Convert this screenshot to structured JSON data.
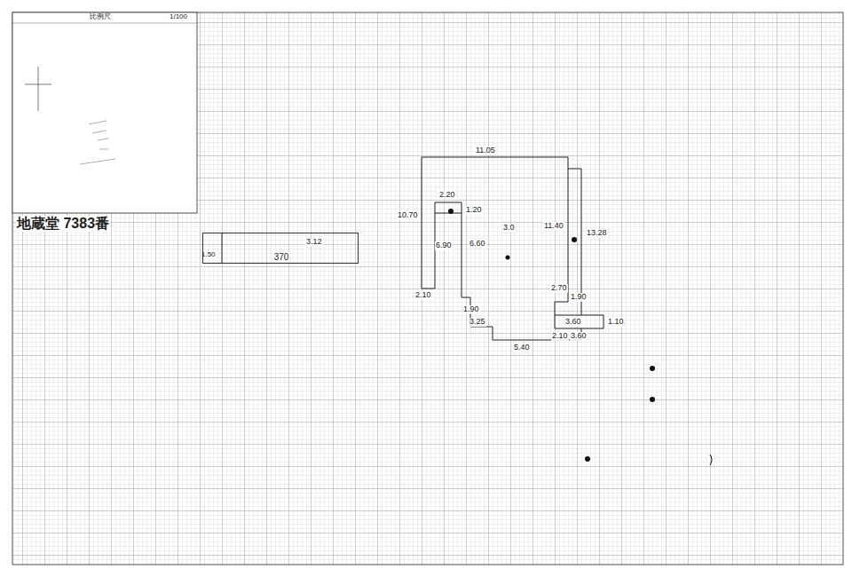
{
  "diagram": {
    "nodes": [
      {
        "text": [
          "370"
        ]
      }
    ],
    "labels": [
      "比例尺",
      "1/100",
      "地蔵堂 7383番",
      "11.05",
      "10.70",
      "2.20",
      "1.20",
      "6.90",
      "6.60",
      "3.0",
      "11.40",
      "13.28",
      "2.70",
      "1.90",
      "1.90",
      "3.25",
      "5.40",
      "2.10",
      "3.60",
      "3.60",
      "1.10",
      "2.10",
      "3.12",
      "1.50"
    ]
  }
}
